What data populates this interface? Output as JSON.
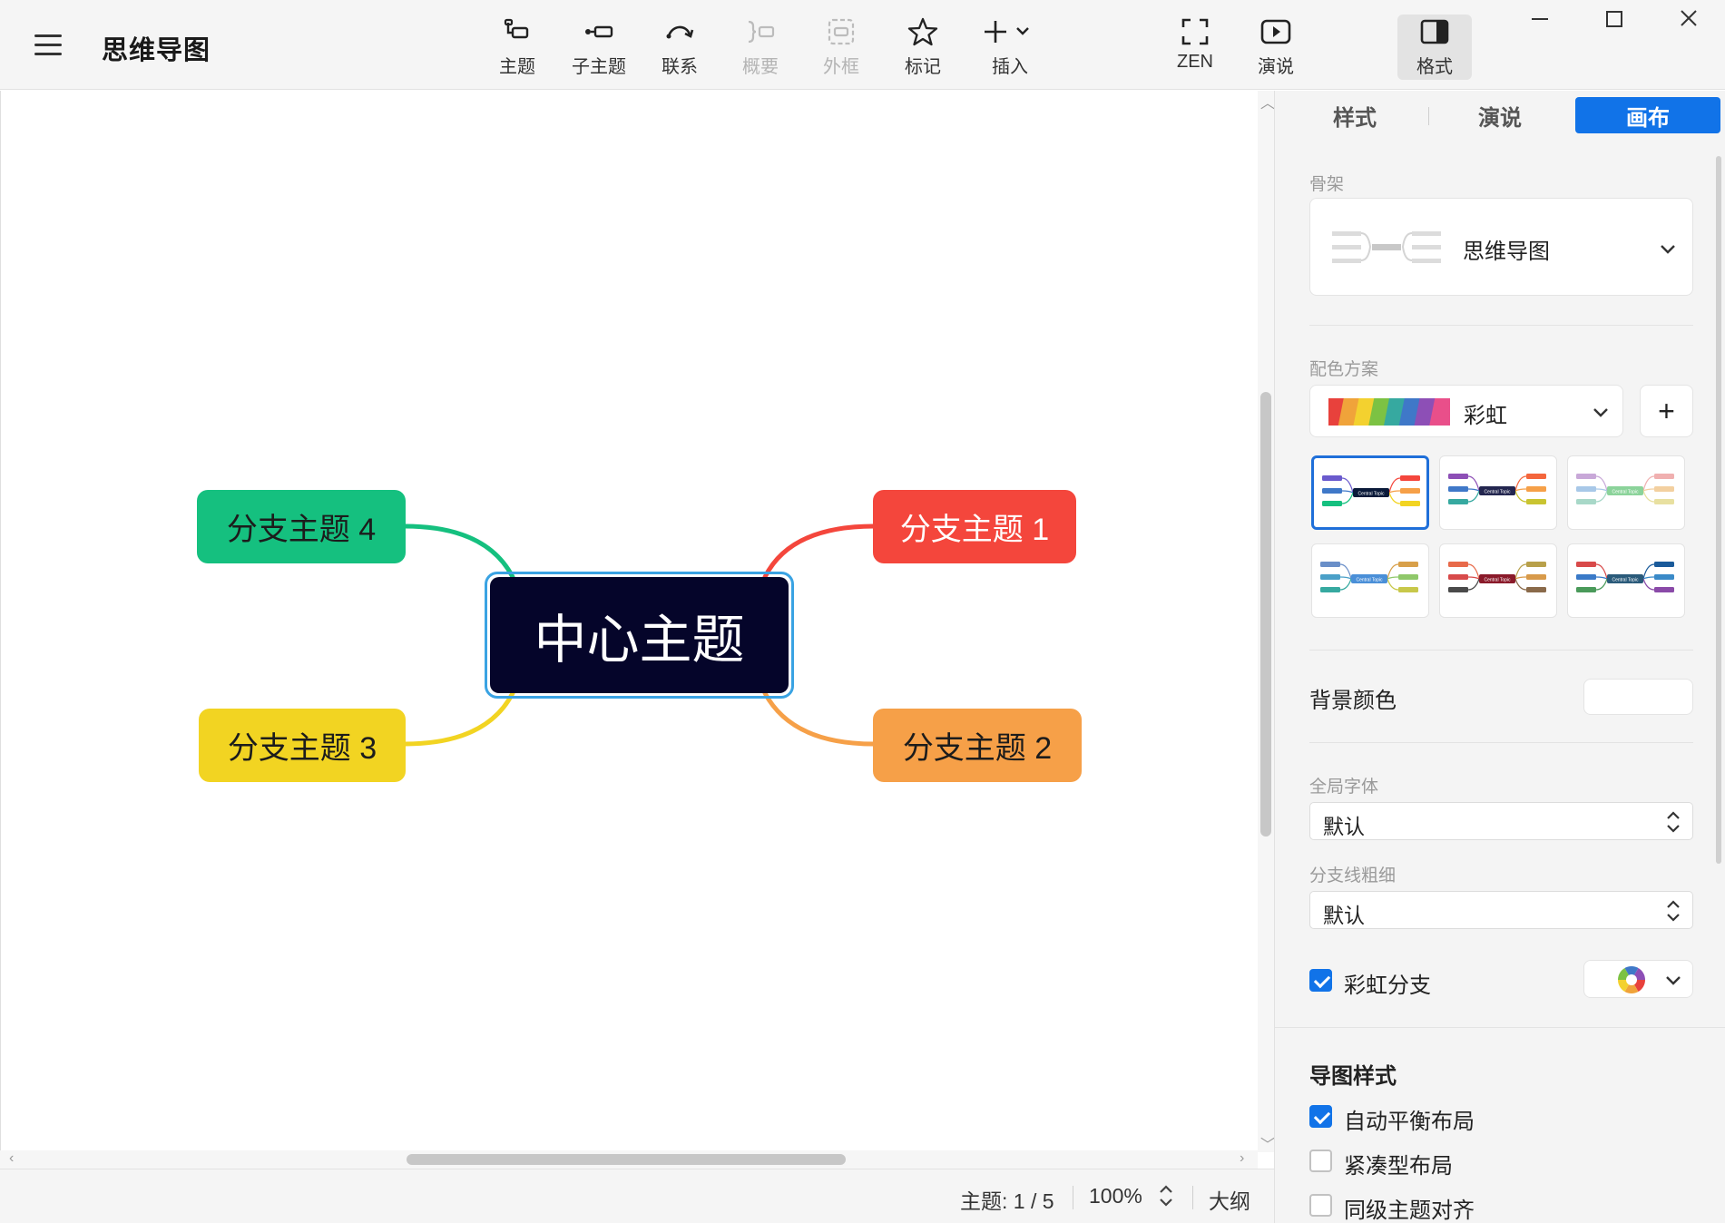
{
  "app": {
    "title": "思维导图"
  },
  "toolbar": {
    "items": [
      {
        "label": "主题",
        "icon": "topic-icon"
      },
      {
        "label": "子主题",
        "icon": "subtopic-icon"
      },
      {
        "label": "联系",
        "icon": "relationship-icon"
      },
      {
        "label": "概要",
        "icon": "summary-icon",
        "disabled": true
      },
      {
        "label": "外框",
        "icon": "boundary-icon",
        "disabled": true
      },
      {
        "label": "标记",
        "icon": "star-icon"
      },
      {
        "label": "插入",
        "icon": "plus-icon"
      },
      {
        "label": "ZEN",
        "icon": "zen-fullscreen-icon"
      },
      {
        "label": "演说",
        "icon": "play-icon"
      },
      {
        "label": "格式",
        "icon": "format-panel-icon",
        "active": true
      }
    ]
  },
  "mindmap": {
    "central": "中心主题",
    "branches": [
      {
        "label": "分支主题 1",
        "color": "#f4463c"
      },
      {
        "label": "分支主题 2",
        "color": "#f6a048"
      },
      {
        "label": "分支主题 3",
        "color": "#f2d422"
      },
      {
        "label": "分支主题 4",
        "color": "#15c07f"
      }
    ],
    "selected_border_color": "#3aa3e3",
    "central_color": "#05052a"
  },
  "status": {
    "topics": "主题: 1 / 5",
    "zoom": "100%",
    "outline": "大纲"
  },
  "panel": {
    "tabs": [
      {
        "label": "样式"
      },
      {
        "label": "演说"
      },
      {
        "label": "画布",
        "active": true
      }
    ],
    "skeleton": {
      "label": "骨架",
      "value": "思维导图"
    },
    "color_scheme": {
      "label": "配色方案",
      "value": "彩虹",
      "swatch_colors": [
        "#e8413c",
        "#f0a33a",
        "#f3d12f",
        "#7cc243",
        "#36a9a0",
        "#3f78c8",
        "#8d4fb6",
        "#e94f8a"
      ],
      "add_label": "+",
      "thumbnail_center_text": "Central Topic",
      "thumbnail_count": 6
    },
    "background": {
      "label": "背景颜色"
    },
    "global_font": {
      "label": "全局字体",
      "value": "默认"
    },
    "branch_width": {
      "label": "分支线粗细",
      "value": "默认"
    },
    "rainbow_branch": {
      "label": "彩虹分支",
      "checked": true
    },
    "map_style": {
      "heading": "导图样式",
      "options": [
        {
          "label": "自动平衡布局",
          "checked": true
        },
        {
          "label": "紧凑型布局",
          "checked": false
        },
        {
          "label": "同级主题对齐",
          "checked": false
        }
      ]
    },
    "accent_color": "#1173e8"
  }
}
